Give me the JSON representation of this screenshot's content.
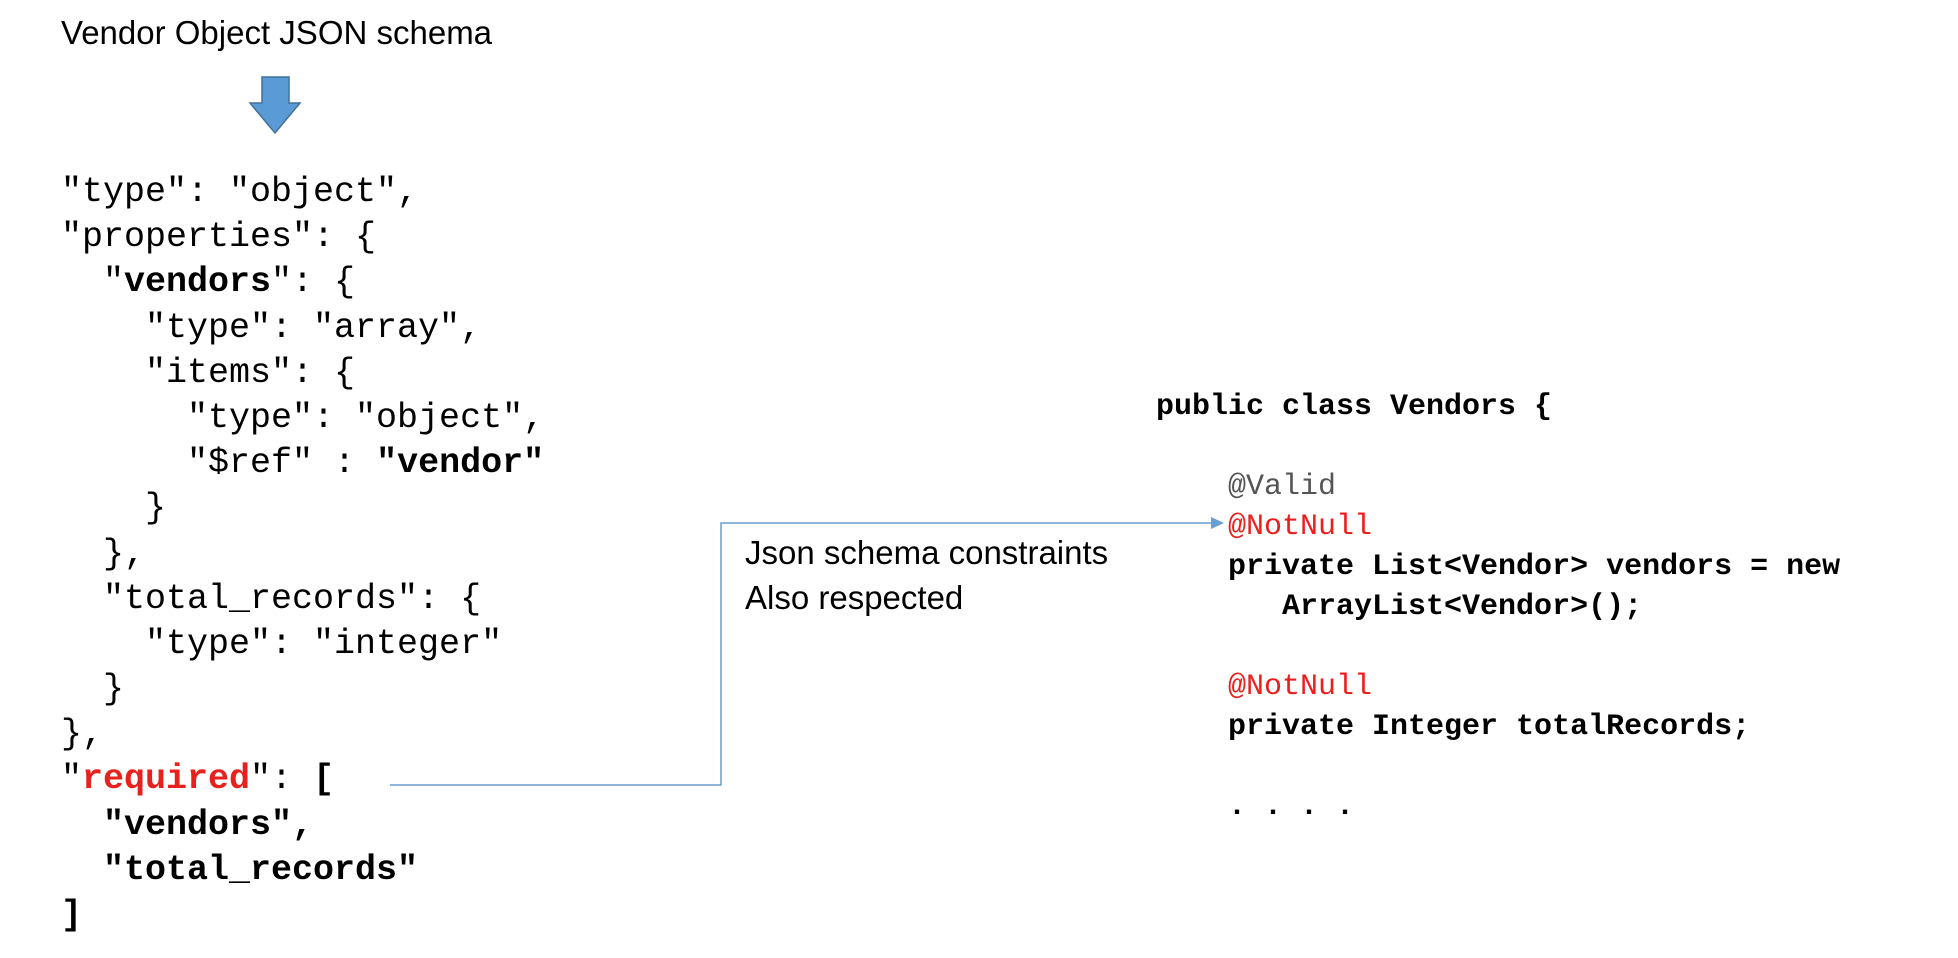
{
  "title": "Vendor Object JSON schema",
  "schema": {
    "lines": [
      [
        {
          "t": "\"type\": \"object\","
        }
      ],
      [
        {
          "t": "\"properties\": {"
        }
      ],
      [
        {
          "t": "  \""
        },
        {
          "t": "vendors",
          "s": "b"
        },
        {
          "t": "\": {"
        }
      ],
      [
        {
          "t": "    \"type\": \"array\","
        }
      ],
      [
        {
          "t": "    \"items\": {"
        }
      ],
      [
        {
          "t": "      \"type\": \"object\","
        }
      ],
      [
        {
          "t": "      \"$ref\" : "
        },
        {
          "t": "\"vendor\"",
          "s": "b"
        }
      ],
      [
        {
          "t": "    }"
        }
      ],
      [
        {
          "t": "  },"
        }
      ],
      [
        {
          "t": "  \"total_records\": {"
        }
      ],
      [
        {
          "t": "    \"type\": \"integer\""
        }
      ],
      [
        {
          "t": "  }"
        }
      ],
      [
        {
          "t": "},"
        }
      ],
      [
        {
          "t": "\""
        },
        {
          "t": "required",
          "s": "b red"
        },
        {
          "t": "\": "
        },
        {
          "t": "[",
          "s": "b"
        }
      ],
      [
        {
          "t": "  \"vendors\",",
          "s": "b"
        }
      ],
      [
        {
          "t": "  \"total_records\"",
          "s": "b"
        }
      ],
      [
        {
          "t": "]",
          "s": "b"
        }
      ]
    ]
  },
  "note": {
    "line1": "Json schema constraints",
    "line2": "Also respected"
  },
  "java": {
    "lines": [
      [
        {
          "t": "public class Vendors {",
          "s": "b"
        }
      ],
      [
        {
          "t": ""
        }
      ],
      [
        {
          "t": "    @Valid",
          "s": "gray"
        }
      ],
      [
        {
          "t": "    @NotNull",
          "s": "red"
        }
      ],
      [
        {
          "t": "    private List<Vendor> vendors = new",
          "s": "b"
        }
      ],
      [
        {
          "t": "       ArrayList<Vendor>();",
          "s": "b"
        }
      ],
      [
        {
          "t": ""
        }
      ],
      [
        {
          "t": "    @NotNull",
          "s": "red"
        }
      ],
      [
        {
          "t": "    private Integer totalRecords;",
          "s": "b"
        }
      ],
      [
        {
          "t": ""
        }
      ],
      [
        {
          "t": "    . . . .",
          "s": "b"
        }
      ]
    ]
  },
  "colors": {
    "arrow_fill": "#5b9bd5",
    "connector": "#6a9fd4",
    "annotation_red": "#e8211c",
    "annotation_gray": "#555555"
  }
}
